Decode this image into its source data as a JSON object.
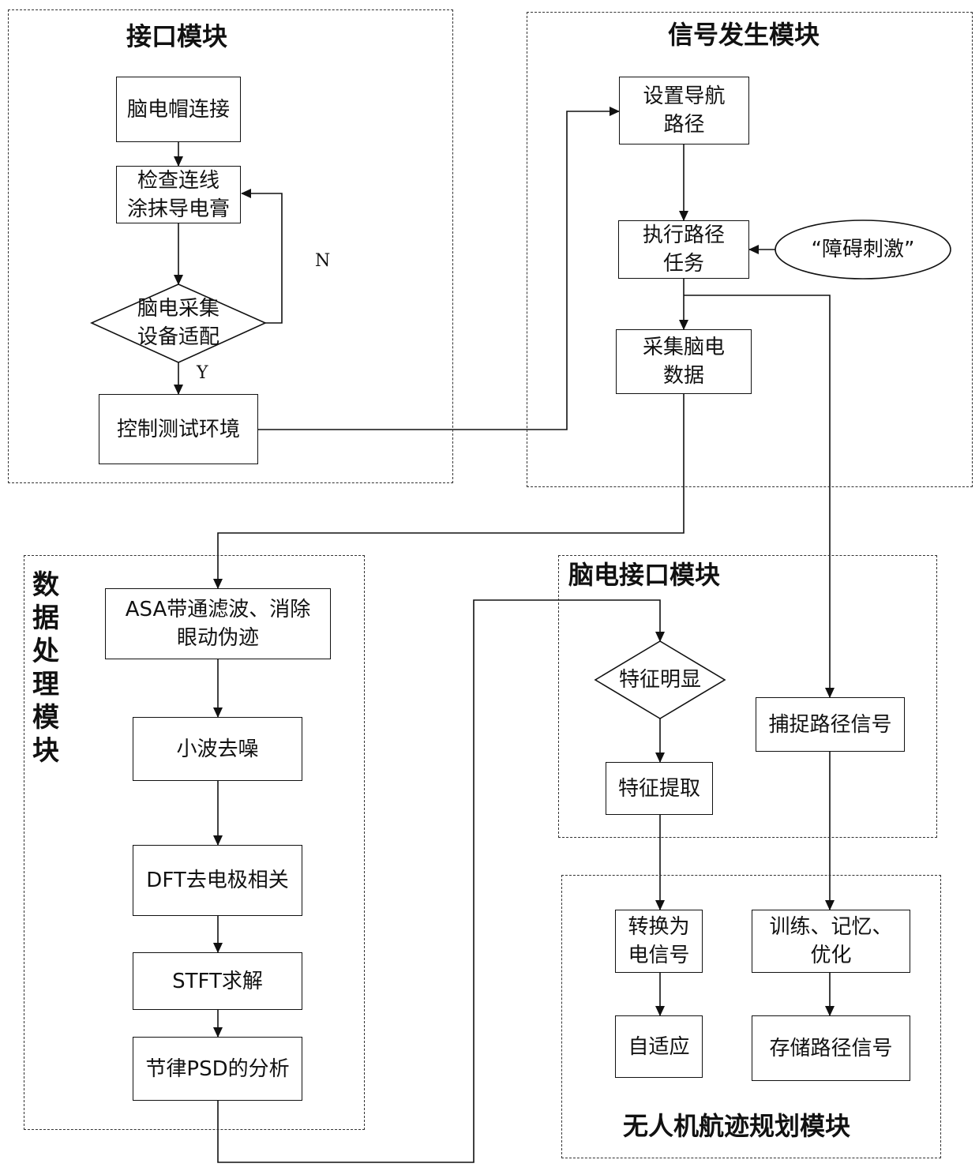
{
  "zones": {
    "interface": "接口模块",
    "signal": "信号发生模块",
    "processing": "数据处理模块",
    "eeg_interface": "脑电接口模块",
    "uav": "无人机航迹规划模块"
  },
  "nodes": {
    "cap_connect": "脑电帽连接",
    "check_wires": "检查连线\n涂抹导电膏",
    "device_fit": "脑电采集\n设备适配",
    "control_env": "控制测试环境",
    "set_path": "设置导航\n路径",
    "exec_path": "执行路径\n任务",
    "obstacle": "“障碍刺激”",
    "collect_eeg": "采集脑电\n数据",
    "asa_filter": "ASA带通滤波、消除\n眼动伪迹",
    "wavelet": "小波去噪",
    "dft": "DFT去电极相关",
    "stft": "STFT求解",
    "psd": "节律PSD的分析",
    "feature_obvious": "特征明显",
    "feature_extract": "特征提取",
    "capture_signal": "捕捉路径信号",
    "to_electric": "转换为\n电信号",
    "adaptive": "自适应",
    "train": "训练、记忆、\n优化",
    "store_signal": "存储路径信号"
  },
  "flags": {
    "no": "N",
    "yes": "Y"
  }
}
